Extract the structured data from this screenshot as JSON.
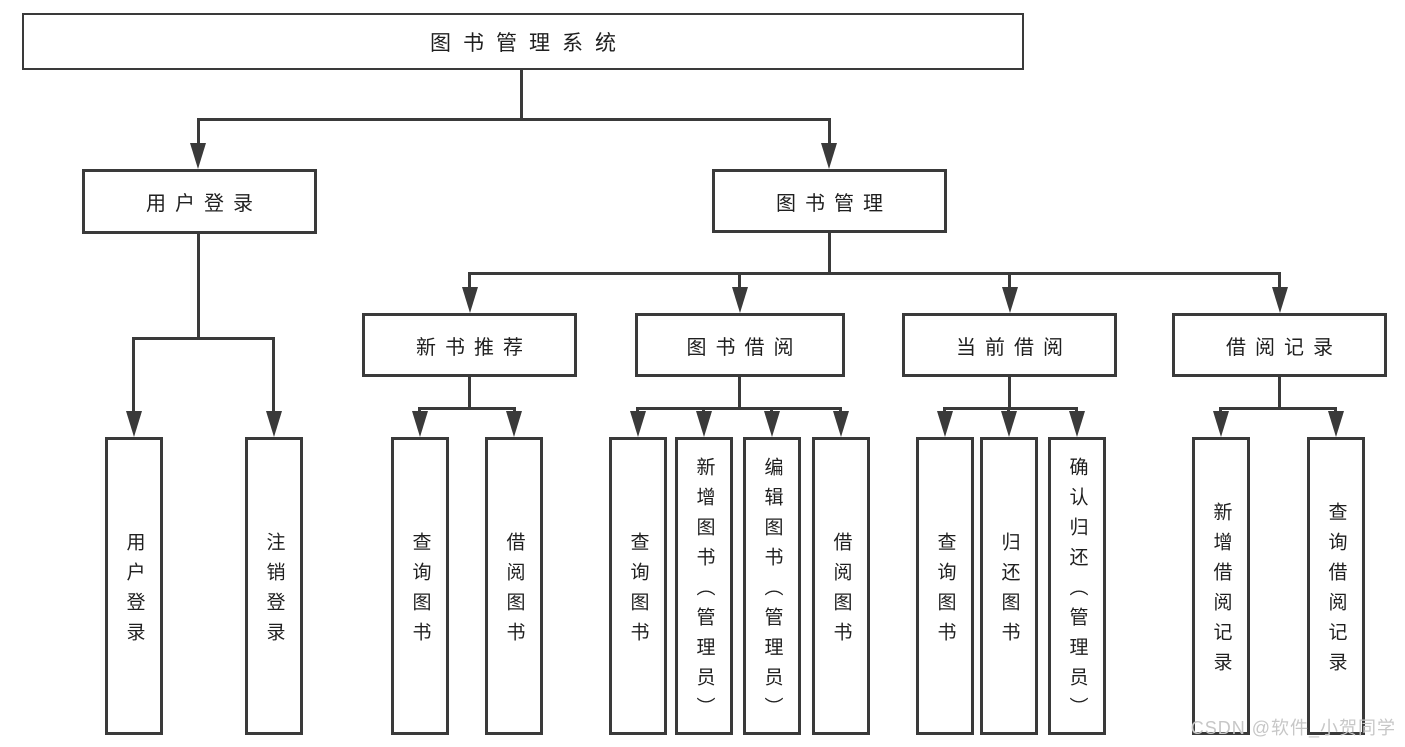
{
  "diagram": {
    "root": {
      "label": "图书管理系统"
    },
    "level2": [
      {
        "label": "用户登录",
        "children": [
          "用户登录",
          "注销登录"
        ]
      },
      {
        "label": "图书管理"
      }
    ],
    "level3": [
      {
        "label": "新书推荐",
        "children": [
          "查询图书",
          "借阅图书"
        ]
      },
      {
        "label": "图书借阅",
        "children": [
          "查询图书",
          "新增图书（管理员）",
          "编辑图书（管理员）",
          "借阅图书"
        ]
      },
      {
        "label": "当前借阅",
        "children": [
          "查询图书",
          "归还图书",
          "确认归还（管理员）"
        ]
      },
      {
        "label": "借阅记录",
        "children": [
          "新增借阅记录",
          "查询借阅记录"
        ]
      }
    ],
    "watermark": "CSDN @软件_小贺同学",
    "colors": {
      "line": "#3a3a3a",
      "text": "#1f1f1f",
      "watermark_text": "#c7c7c7",
      "background": "#ffffff"
    }
  }
}
